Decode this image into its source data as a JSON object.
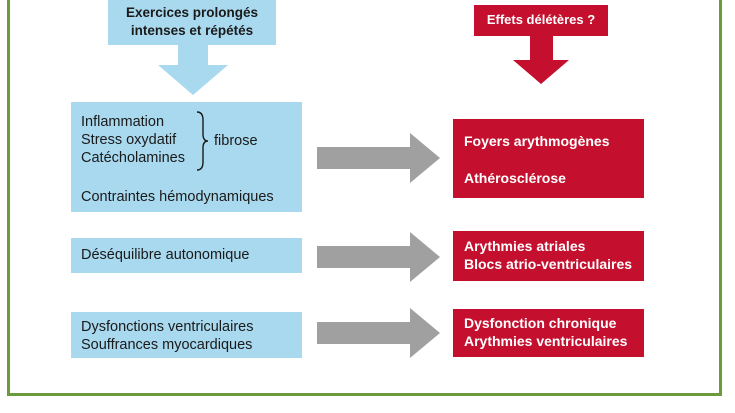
{
  "top_left": {
    "lines": [
      "Exercices prolongés",
      "intenses et répétés"
    ],
    "color": "#a9d9ef"
  },
  "top_right": {
    "label": "Effets délétères ?",
    "color": "#c4102e"
  },
  "rows": [
    {
      "left": {
        "group_lines": [
          "Inflammation",
          "Stress oxydatif",
          "Catécholamines"
        ],
        "group_result": "fibrose",
        "extra": "Contraintes hémodynamiques"
      },
      "right": {
        "lines": [
          "Foyers arythmogènes",
          "Athérosclérose"
        ]
      }
    },
    {
      "left": {
        "lines": [
          "Déséquilibre autonomique"
        ]
      },
      "right": {
        "lines": [
          "Arythmies atriales",
          "Blocs atrio-ventriculaires"
        ]
      }
    },
    {
      "left": {
        "lines": [
          "Dysfonctions ventriculaires",
          "Souffrances myocardiques"
        ]
      },
      "right": {
        "lines": [
          "Dysfonction chronique",
          "Arythmies ventriculaires"
        ]
      }
    }
  ],
  "colors": {
    "frame": "#6b9a3a",
    "arrow_gray": "#a0a0a0",
    "arrow_blue": "#a9d9ef",
    "arrow_red": "#c4102e"
  }
}
